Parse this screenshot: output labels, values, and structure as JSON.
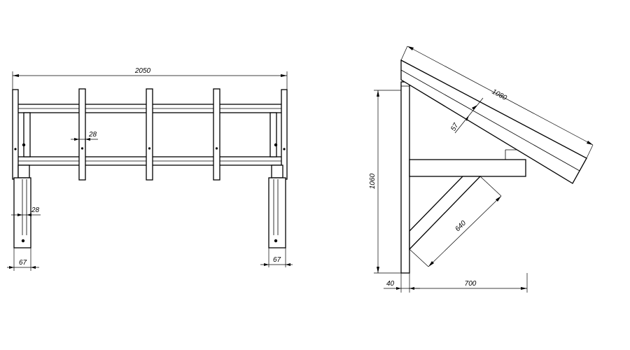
{
  "drawing": {
    "front_view": {
      "overall_width": "2050",
      "rafter_width": "28",
      "bracket_width": "28",
      "post_offset_left": "67",
      "post_offset_right": "67"
    },
    "side_view": {
      "height": "1060",
      "rafter_length": "1080",
      "rafter_thickness": "57",
      "brace_length": "640",
      "post_thickness": "40",
      "projection": "700"
    }
  }
}
